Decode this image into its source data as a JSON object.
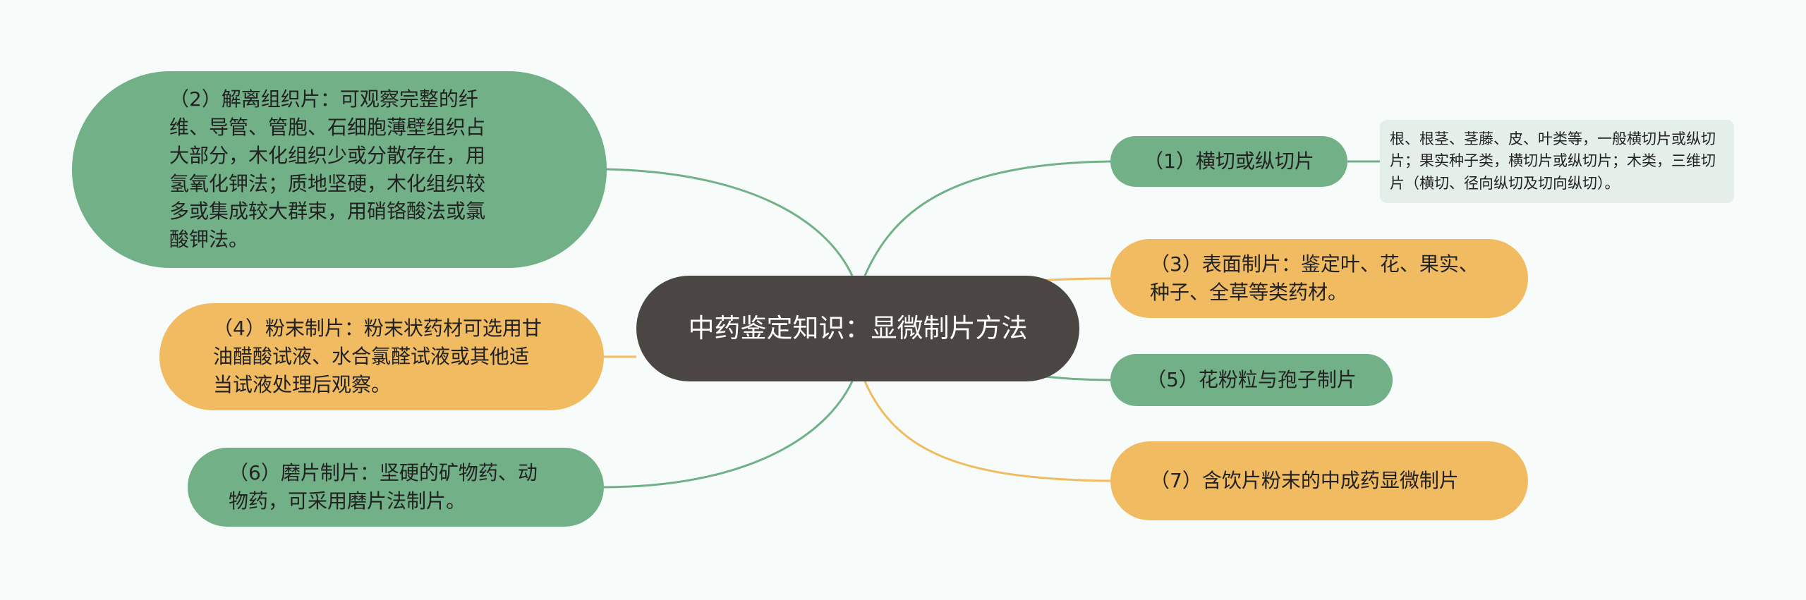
{
  "colors": {
    "background": "#f7fcfb",
    "center": "#4b4544",
    "green": "#72b088",
    "orange": "#f1bb62",
    "note": "#e4efea"
  },
  "center": {
    "label": "中药鉴定知识：显微制片方法"
  },
  "branches": {
    "b1": {
      "label": "（1）横切或纵切片",
      "note": "根、根茎、茎藤、皮、叶类等，一般横切片或纵切片；果实种子类，横切片或纵切片；木类，三维切片（横切、径向纵切及切向纵切）。"
    },
    "b2": {
      "label": "（2）解离组织片：可观察完整的纤维、导管、管胞、石细胞薄壁组织占大部分，木化组织少或分散存在，用氢氧化钾法；质地坚硬，木化组织较多或集成较大群束，用硝铬酸法或氯酸钾法。"
    },
    "b3": {
      "label": "（3）表面制片：鉴定叶、花、果实、种子、全草等类药材。"
    },
    "b4": {
      "label": "（4）粉末制片：粉末状药材可选用甘油醋酸试液、水合氯醛试液或其他适当试液处理后观察。"
    },
    "b5": {
      "label": "（5）花粉粒与孢子制片"
    },
    "b6": {
      "label": "（6）磨片制片：坚硬的矿物药、动物药，可采用磨片法制片。"
    },
    "b7": {
      "label": "（7）含饮片粉末的中成药显微制片"
    }
  }
}
